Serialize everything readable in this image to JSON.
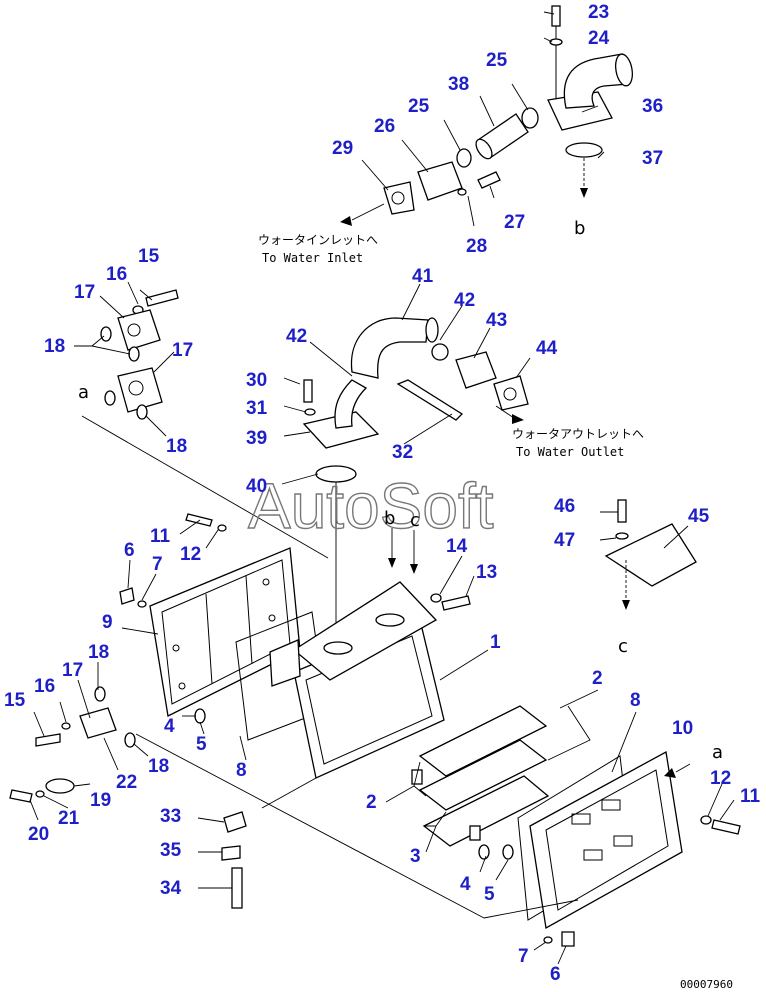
{
  "labels": {
    "p23": "23",
    "p24": "24",
    "p25a": "25",
    "p38": "38",
    "p36": "36",
    "p25b": "25",
    "p26": "26",
    "p29": "29",
    "p37": "37",
    "p27": "27",
    "p28": "28",
    "p15a": "15",
    "p16a": "16",
    "p17a": "17",
    "p18a": "18",
    "p17b": "17",
    "p18b": "18",
    "p41": "41",
    "p42a": "42",
    "p43": "43",
    "p42b": "42",
    "p44": "44",
    "p30": "30",
    "p31": "31",
    "p39": "39",
    "p32": "32",
    "p40": "40",
    "p46": "46",
    "p45": "45",
    "p47": "47",
    "p11a": "11",
    "p12a": "12",
    "p6a": "6",
    "p7a": "7",
    "p14": "14",
    "p13": "13",
    "p9": "9",
    "p18c": "18",
    "p17c": "17",
    "p1": "1",
    "p2a": "2",
    "p8a": "8",
    "p15b": "15",
    "p16b": "16",
    "p4a": "4",
    "p5a": "5",
    "p8b": "8",
    "p10": "10",
    "p22": "22",
    "p18d": "18",
    "p19": "19",
    "p12b": "12",
    "p11b": "11",
    "p20": "20",
    "p21": "21",
    "p2b": "2",
    "p33": "33",
    "p35": "35",
    "p34": "34",
    "p3": "3",
    "p4b": "4",
    "p5b": "5",
    "p7b": "7",
    "p6b": "6"
  },
  "notes": {
    "inlet_jp": "ウォータインレットへ",
    "inlet_en": "To Water Inlet",
    "outlet_jp": "ウォータアウトレットへ",
    "outlet_en": "To Water Outlet"
  },
  "refs": {
    "a1": "a",
    "a2": "a",
    "b1": "b",
    "b2": "b",
    "c1": "c",
    "c2": "c"
  },
  "watermark": "AutoSoft",
  "drawing_code": "00007960"
}
